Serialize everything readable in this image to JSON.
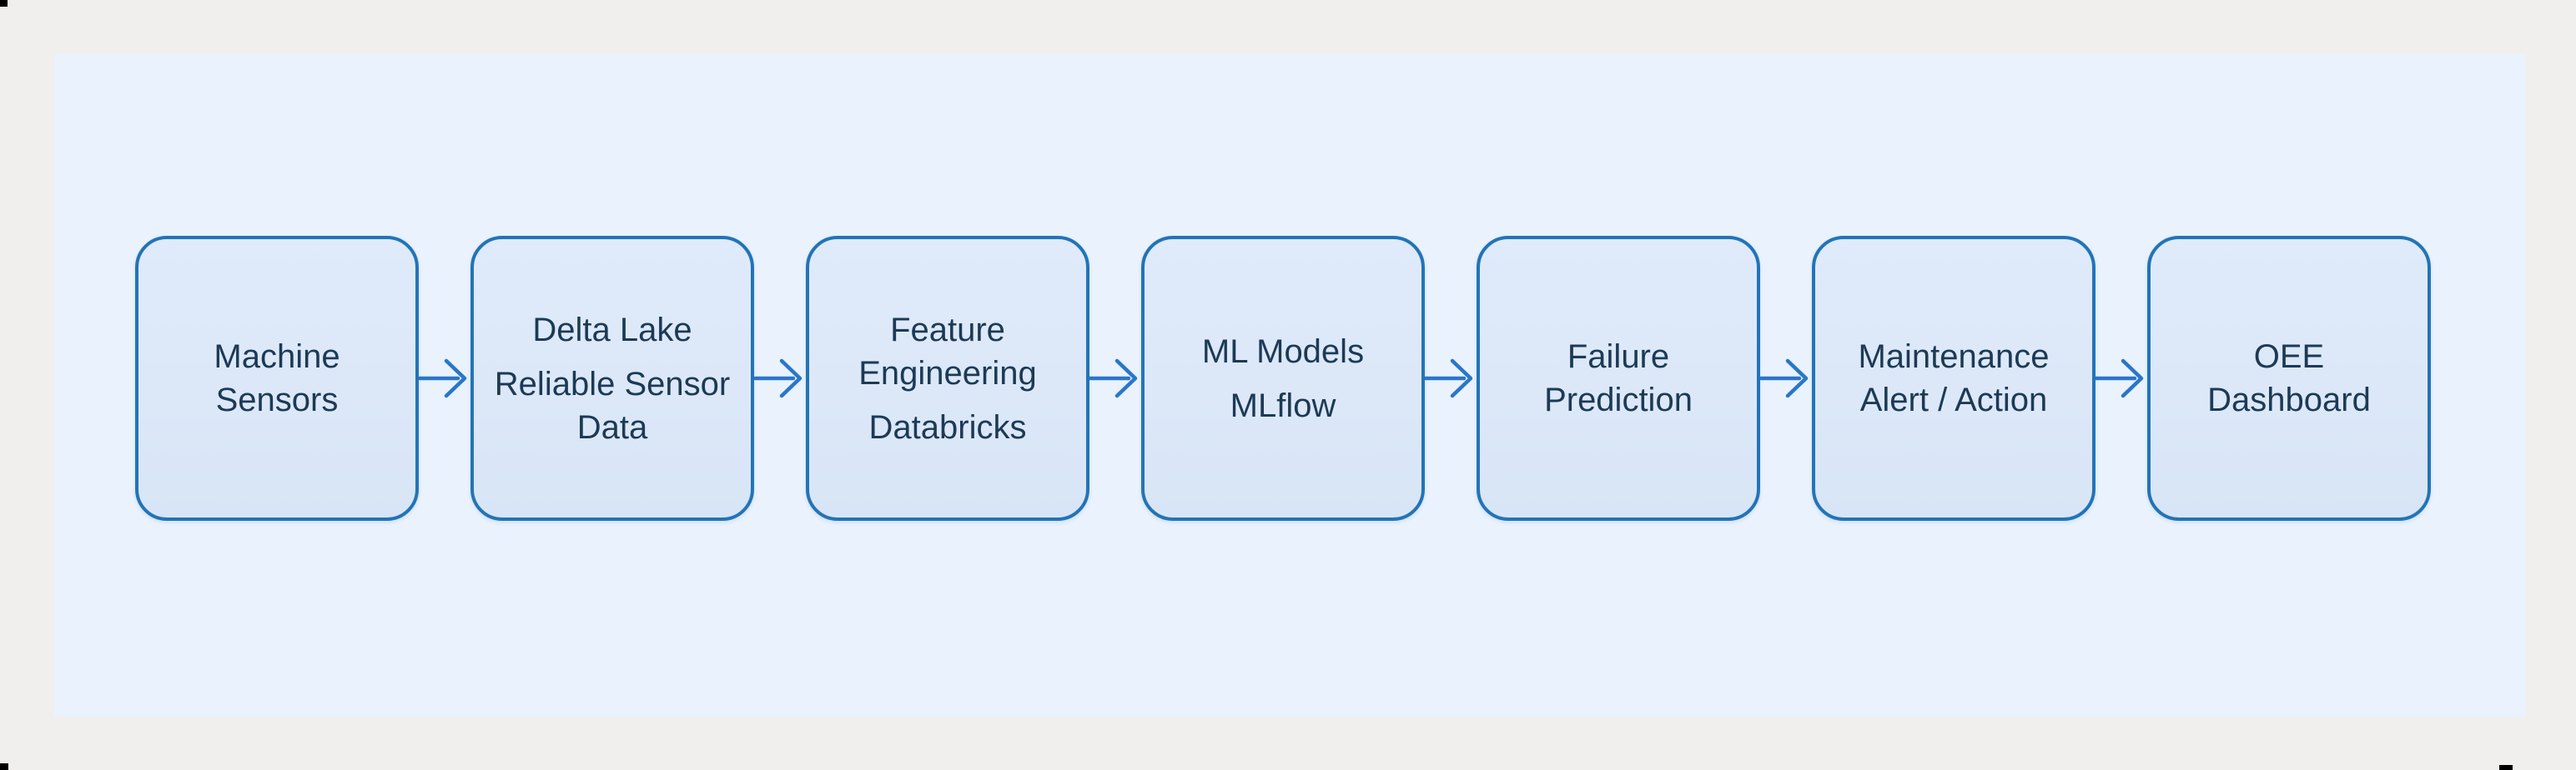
{
  "canvas": {
    "page_background": "#f0efed",
    "panel_background": "#e9f2fd"
  },
  "colors": {
    "node_border": "#2274b7",
    "node_fill": "#dce8f8",
    "node_text": "#1c3a55",
    "arrow": "#2a76c9"
  },
  "flowchart": {
    "nodes": [
      {
        "title": "Machine Sensors",
        "subtitle": ""
      },
      {
        "title": "Delta Lake",
        "subtitle": "Reliable Sensor Data"
      },
      {
        "title": "Feature Engineering",
        "subtitle": "Databricks"
      },
      {
        "title": "ML Models",
        "subtitle": "MLflow"
      },
      {
        "title": "Failure Prediction",
        "subtitle": ""
      },
      {
        "title": "Maintenance Alert / Action",
        "subtitle": ""
      },
      {
        "title": "OEE Dashboard",
        "subtitle": ""
      }
    ]
  }
}
